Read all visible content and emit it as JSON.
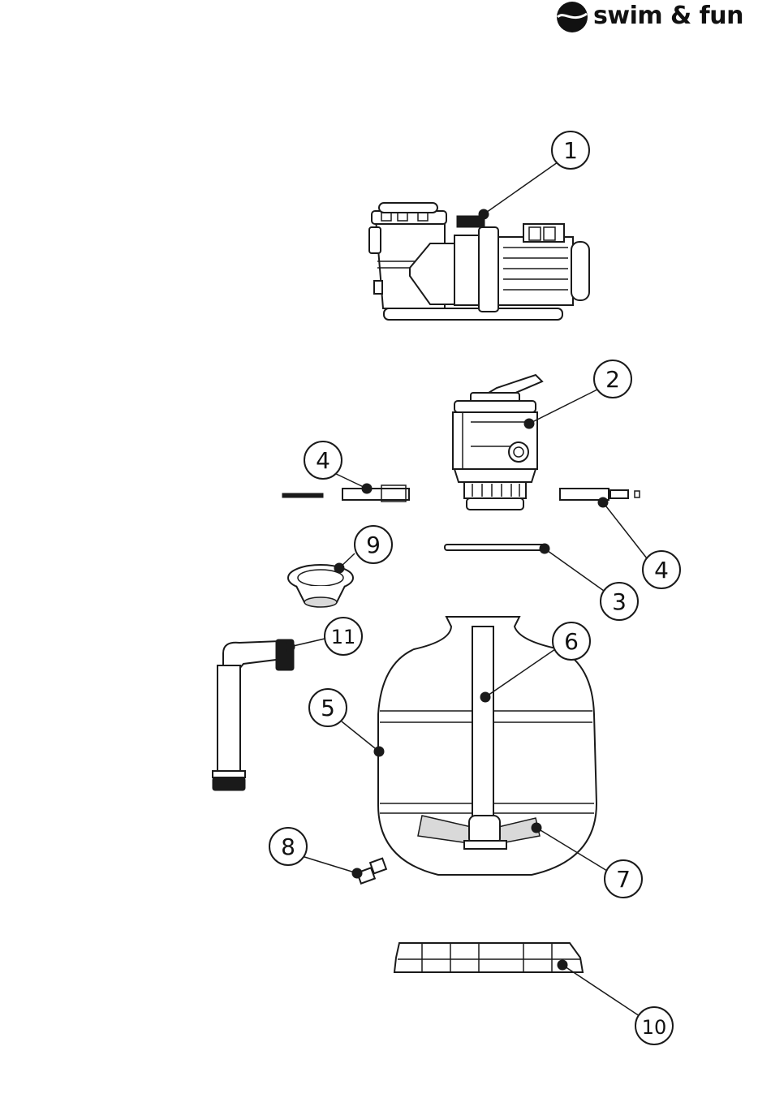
{
  "brand": {
    "name": "swim & fun",
    "logo_icon": "wave-ball-icon",
    "color": "#111111"
  },
  "callouts": [
    {
      "id": "callout-1",
      "label": "1"
    },
    {
      "id": "callout-2",
      "label": "2"
    },
    {
      "id": "callout-3",
      "label": "3"
    },
    {
      "id": "callout-4a",
      "label": "4"
    },
    {
      "id": "callout-4b",
      "label": "4"
    },
    {
      "id": "callout-5",
      "label": "5"
    },
    {
      "id": "callout-6",
      "label": "6"
    },
    {
      "id": "callout-7",
      "label": "7"
    },
    {
      "id": "callout-8",
      "label": "8"
    },
    {
      "id": "callout-9",
      "label": "9"
    },
    {
      "id": "callout-10",
      "label": "10"
    },
    {
      "id": "callout-11",
      "label": "11"
    }
  ],
  "parts": [
    {
      "name": "pump",
      "icon": "pump-icon"
    },
    {
      "name": "multiport-valve",
      "icon": "valve-icon"
    },
    {
      "name": "o-ring",
      "icon": "o-ring-icon"
    },
    {
      "name": "clamp",
      "icon": "clamp-icon"
    },
    {
      "name": "tank",
      "icon": "tank-icon"
    },
    {
      "name": "standpipe",
      "icon": "pipe-icon"
    },
    {
      "name": "laterals",
      "icon": "laterals-icon"
    },
    {
      "name": "drain-plug",
      "icon": "drain-plug-icon"
    },
    {
      "name": "sight-glass-cup",
      "icon": "cup-icon"
    },
    {
      "name": "base",
      "icon": "base-icon"
    },
    {
      "name": "connection-hose",
      "icon": "hose-icon"
    }
  ]
}
